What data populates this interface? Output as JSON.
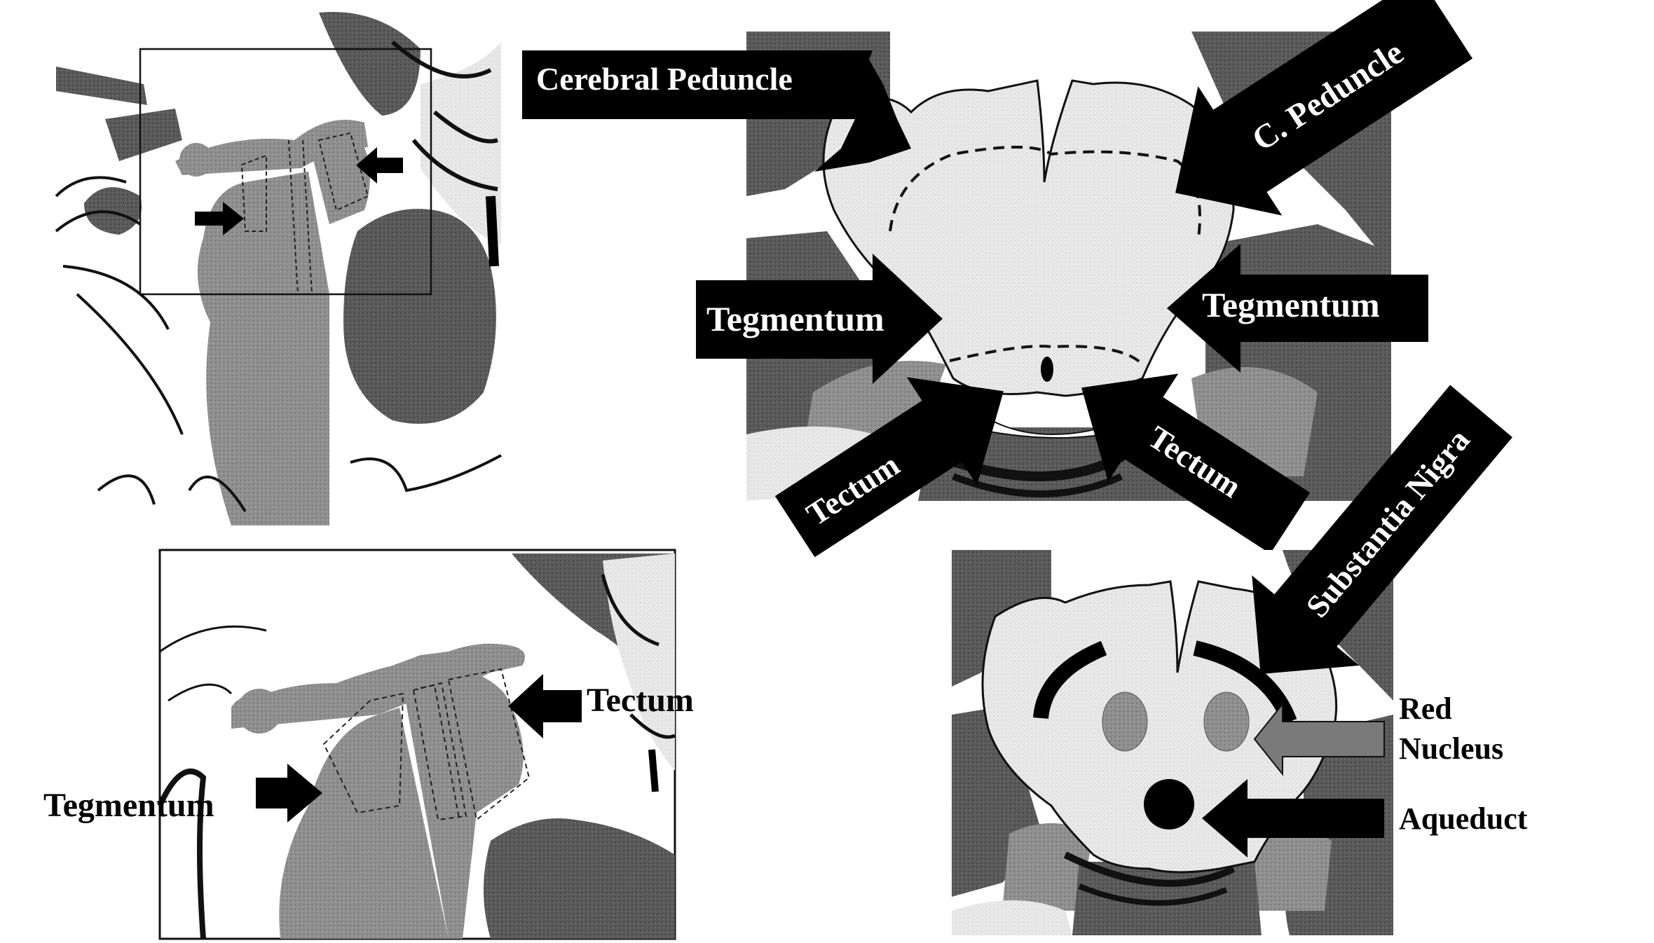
{
  "labels": {
    "cerebral_peduncle": "Cerebral Peduncle",
    "c_peduncle": "C. Peduncle",
    "tegmentum_left": "Tegmentum",
    "tegmentum_right": "Tegmentum",
    "tectum_left": "Tectum",
    "tectum_right": "Tectum",
    "substantia_nigra": "Substantia Nigra",
    "red": "Red",
    "nucleus": "Nucleus",
    "aqueduct": "Aqueduct",
    "tectum_sagittal": "Tectum",
    "tegmentum_sagittal": "Tegmentum"
  },
  "colors": {
    "dark_tissue": "#5a5a5a",
    "mid_tissue": "#8f8f8f",
    "light_tissue": "#e6e6e6",
    "arrow_black": "#000000",
    "arrow_gray": "#7a7a7a"
  }
}
